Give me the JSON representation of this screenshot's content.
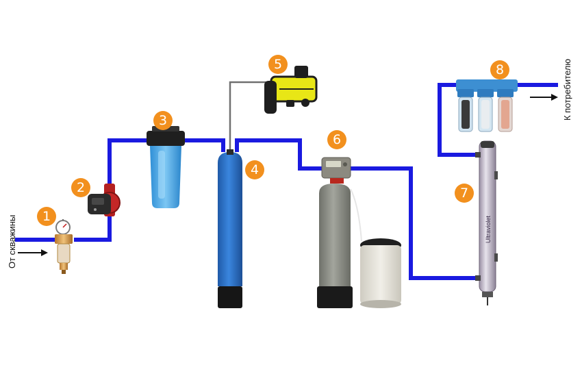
{
  "labels": {
    "inlet": "От скважины",
    "outlet": "К потребителю",
    "uv_lamp_text": "Ultraviolet"
  },
  "badges": [
    "1",
    "2",
    "3",
    "4",
    "5",
    "6",
    "7",
    "8"
  ],
  "colors": {
    "pipe": "#1a1ae0",
    "badge": "#f2901e",
    "air_line": "#707070",
    "tank_blue": "#2e73c9",
    "filter_blue": "#3fa7e8",
    "softener_grey": "#8e9088",
    "compressor_yellow": "#e8e616"
  }
}
